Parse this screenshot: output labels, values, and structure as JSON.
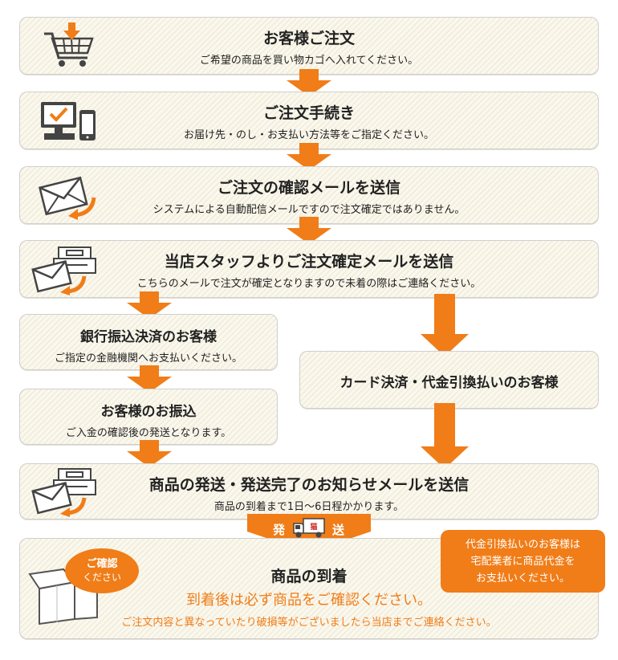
{
  "steps": [
    {
      "title": "お客様ご注文",
      "sub": "ご希望の商品を買い物カゴへ入れてください。"
    },
    {
      "title": "ご注文手続き",
      "sub": "お届け先・のし・お支払い方法等をご指定ください。"
    },
    {
      "title": "ご注文の確認メールを送信",
      "sub": "システムによる自動配信メールですので注文確定ではありません。"
    },
    {
      "title": "当店スタッフよりご注文確定メールを送信",
      "sub": "こちらのメールで注文が確定となりますので未着の際はご連絡ください。"
    }
  ],
  "bank": {
    "title": "銀行振込決済のお客様",
    "sub": "ご指定の金融機関へお支払いください。"
  },
  "transfer": {
    "title": "お客様のお振込",
    "sub": "ご入金の確認後の発送となります。"
  },
  "card": {
    "title": "カード決済・代金引換払いのお客様"
  },
  "shipping": {
    "title": "商品の発送・発送完了のお知らせメールを送信",
    "sub": "商品の到着まで1日〜6日程かかります。",
    "truck_left": "発",
    "truck_right": "送",
    "truck_sign": "猫"
  },
  "arrival": {
    "title": "商品の到着",
    "emphasis": "到着後は必ず商品をご確認ください。",
    "note": "ご注文内容と異なっていたり破損等がございましたら当店までご連絡ください。",
    "bubble_line1": "ご確認",
    "bubble_line2": "ください"
  },
  "cod_note": {
    "line1": "代金引換払いのお客様は",
    "line2": "宅配業者に商品代金を",
    "line3": "お支払いください。"
  },
  "colors": {
    "accent": "#f07d18",
    "box_border": "#cfcfcf",
    "text": "#222222"
  },
  "icons": [
    "cart-icon",
    "computer-phone-icon",
    "envelope-icon",
    "envelope-printer-icon",
    "truck-icon",
    "box-icon"
  ]
}
